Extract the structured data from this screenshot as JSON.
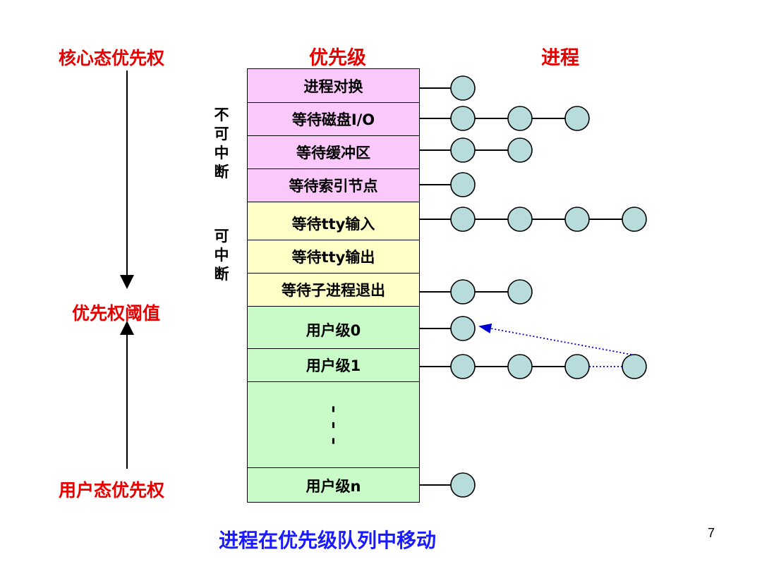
{
  "left": {
    "kernel_priority": "核心态优先权",
    "threshold": "优先权阈值",
    "user_priority": "用户态优先权"
  },
  "headers": {
    "priority": "优先级",
    "process": "进程"
  },
  "side_labels": {
    "uninterruptible": [
      "不",
      "可",
      "中",
      "断"
    ],
    "interruptible": [
      "可",
      "中",
      "断"
    ]
  },
  "rows": [
    {
      "label": "进程对换",
      "color": "#fbc8fb",
      "processes": 1
    },
    {
      "label": "等待磁盘I/O",
      "color": "#fbc8fb",
      "processes": 3
    },
    {
      "label": "等待缓冲区",
      "color": "#fbc8fb",
      "processes": 2
    },
    {
      "label": "等待索引节点",
      "color": "#fbc8fb",
      "processes": 1
    },
    {
      "label": "等待tty输入",
      "color": "#ffffc8",
      "processes": 4
    },
    {
      "label": "等待tty输出",
      "color": "#ffffc8",
      "processes": 0
    },
    {
      "label": "等待子进程退出",
      "color": "#ffffc8",
      "processes": 2
    },
    {
      "label": "用户级0",
      "color": "#c8fbc8",
      "processes": 1
    },
    {
      "label": "用户级1",
      "color": "#c8fbc8",
      "processes": 4
    },
    {
      "label": "⋮",
      "color": "#c8fbc8",
      "processes": 0
    },
    {
      "label": "用户级n",
      "color": "#c8fbc8",
      "processes": 1
    }
  ],
  "footer": {
    "caption": "进程在优先级队列中移动",
    "page_number": "7"
  },
  "colors": {
    "label_red": "#e60000",
    "caption_blue": "#1a1aff",
    "node_fill": "#b8dcdc",
    "move_arrow": "#0000cc"
  }
}
